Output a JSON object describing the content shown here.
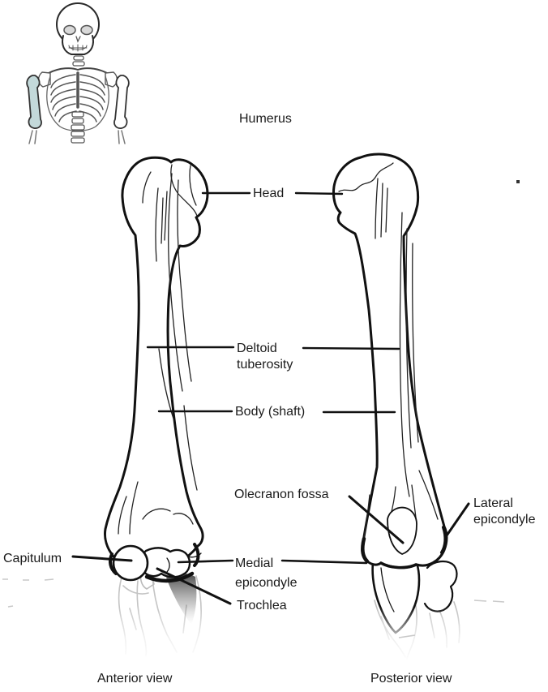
{
  "title": "Humerus",
  "inset": {
    "description": "upper-body skeleton locator with right humerus highlighted",
    "highlight_color": "#c3d9da"
  },
  "labels": {
    "head": "Head",
    "deltoid": [
      "Deltoid",
      "tuberosity"
    ],
    "body": "Body (shaft)",
    "olecranon": "Olecranon fossa",
    "lateral": [
      "Lateral",
      "epicondyle"
    ],
    "capitulum": "Capitulum",
    "medial": [
      "Medial",
      "epicondyle"
    ],
    "trochlea": "Trochlea"
  },
  "captions": {
    "anterior": "Anterior view",
    "posterior": "Posterior view"
  },
  "colors": {
    "ink": "#1a1a1a",
    "highlight": "#c3d9da"
  }
}
